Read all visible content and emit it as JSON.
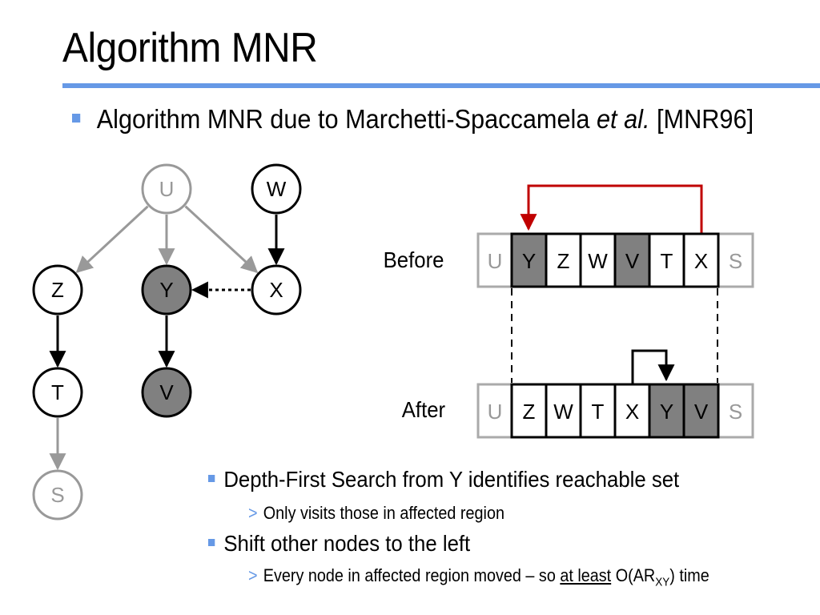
{
  "slide": {
    "title": "Algorithm MNR",
    "bullet_main": {
      "prefix": "Algorithm MNR due to Marchetti-Spaccamela ",
      "italic": "et al.",
      "suffix": " [MNR96]"
    },
    "labels": {
      "before": "Before",
      "after": "After"
    },
    "bullets": [
      {
        "text": "Depth-First Search from Y identifies reachable set"
      },
      {
        "text": "Shift other nodes to the left"
      }
    ],
    "sub_bullets": [
      {
        "marker": ">",
        "text": "Only visits those in affected region"
      },
      {
        "marker": ">",
        "prefix": "Every node in affected region moved – so ",
        "underline": "at least",
        "suffix_pre": " O(AR",
        "sub": "XY",
        "suffix_post": ") time"
      }
    ]
  },
  "graph": {
    "nodes": [
      {
        "id": "U",
        "label": "U",
        "style": "gray"
      },
      {
        "id": "W",
        "label": "W",
        "style": "normal"
      },
      {
        "id": "Z",
        "label": "Z",
        "style": "normal"
      },
      {
        "id": "Y",
        "label": "Y",
        "style": "filled"
      },
      {
        "id": "X",
        "label": "X",
        "style": "normal"
      },
      {
        "id": "T",
        "label": "T",
        "style": "normal"
      },
      {
        "id": "V",
        "label": "V",
        "style": "filled"
      },
      {
        "id": "S",
        "label": "S",
        "style": "gray"
      }
    ],
    "edges": [
      {
        "from": "U",
        "to": "Z",
        "style": "gray"
      },
      {
        "from": "U",
        "to": "Y",
        "style": "gray"
      },
      {
        "from": "U",
        "to": "X",
        "style": "gray"
      },
      {
        "from": "W",
        "to": "X",
        "style": "black"
      },
      {
        "from": "X",
        "to": "Y",
        "style": "dotted"
      },
      {
        "from": "Z",
        "to": "T",
        "style": "black"
      },
      {
        "from": "Y",
        "to": "V",
        "style": "black"
      },
      {
        "from": "T",
        "to": "S",
        "style": "gray"
      }
    ]
  },
  "arrays": {
    "before": [
      {
        "label": "U",
        "style": "gray"
      },
      {
        "label": "Y",
        "style": "filled"
      },
      {
        "label": "Z",
        "style": "normal"
      },
      {
        "label": "W",
        "style": "normal"
      },
      {
        "label": "V",
        "style": "filled"
      },
      {
        "label": "T",
        "style": "normal"
      },
      {
        "label": "X",
        "style": "normal"
      },
      {
        "label": "S",
        "style": "gray"
      }
    ],
    "after": [
      {
        "label": "U",
        "style": "gray"
      },
      {
        "label": "Z",
        "style": "normal"
      },
      {
        "label": "W",
        "style": "normal"
      },
      {
        "label": "T",
        "style": "normal"
      },
      {
        "label": "X",
        "style": "normal"
      },
      {
        "label": "Y",
        "style": "filled"
      },
      {
        "label": "V",
        "style": "filled"
      },
      {
        "label": "S",
        "style": "gray"
      }
    ]
  },
  "colors": {
    "accent": "#6699e6",
    "gray": "#999999",
    "fill": "#808080",
    "red_arrow": "#c00000"
  }
}
